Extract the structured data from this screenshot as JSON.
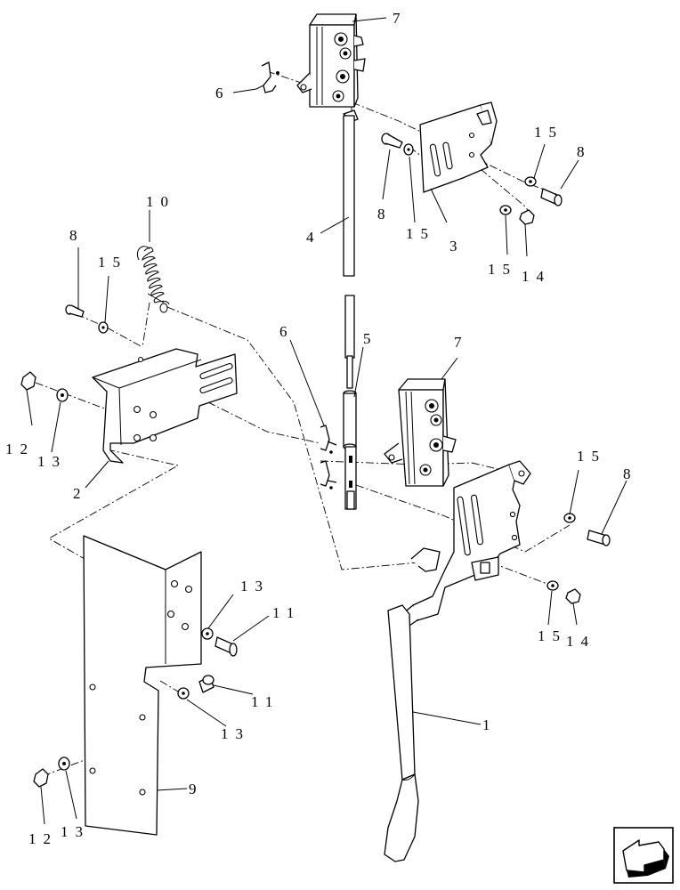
{
  "callouts": {
    "c1": "1",
    "c2": "2",
    "c3": "3",
    "c4": "4",
    "c5": "5",
    "c6a": "6",
    "c6b": "6",
    "c7a": "7",
    "c7b": "7",
    "c8a": "8",
    "c8b": "8",
    "c8c": "8",
    "c9": "9",
    "c10": "10",
    "c11a": "11",
    "c11b": "11",
    "c12a": "12",
    "c12b": "12",
    "c13a": "13",
    "c13b": "13",
    "c13c": "13",
    "c13d": "13",
    "c14a": "14",
    "c14b": "14",
    "c15a": "15",
    "c15b": "15",
    "c15c": "15",
    "c15d": "15",
    "c15e": "15"
  },
  "nav_icon": "arrow-icon"
}
